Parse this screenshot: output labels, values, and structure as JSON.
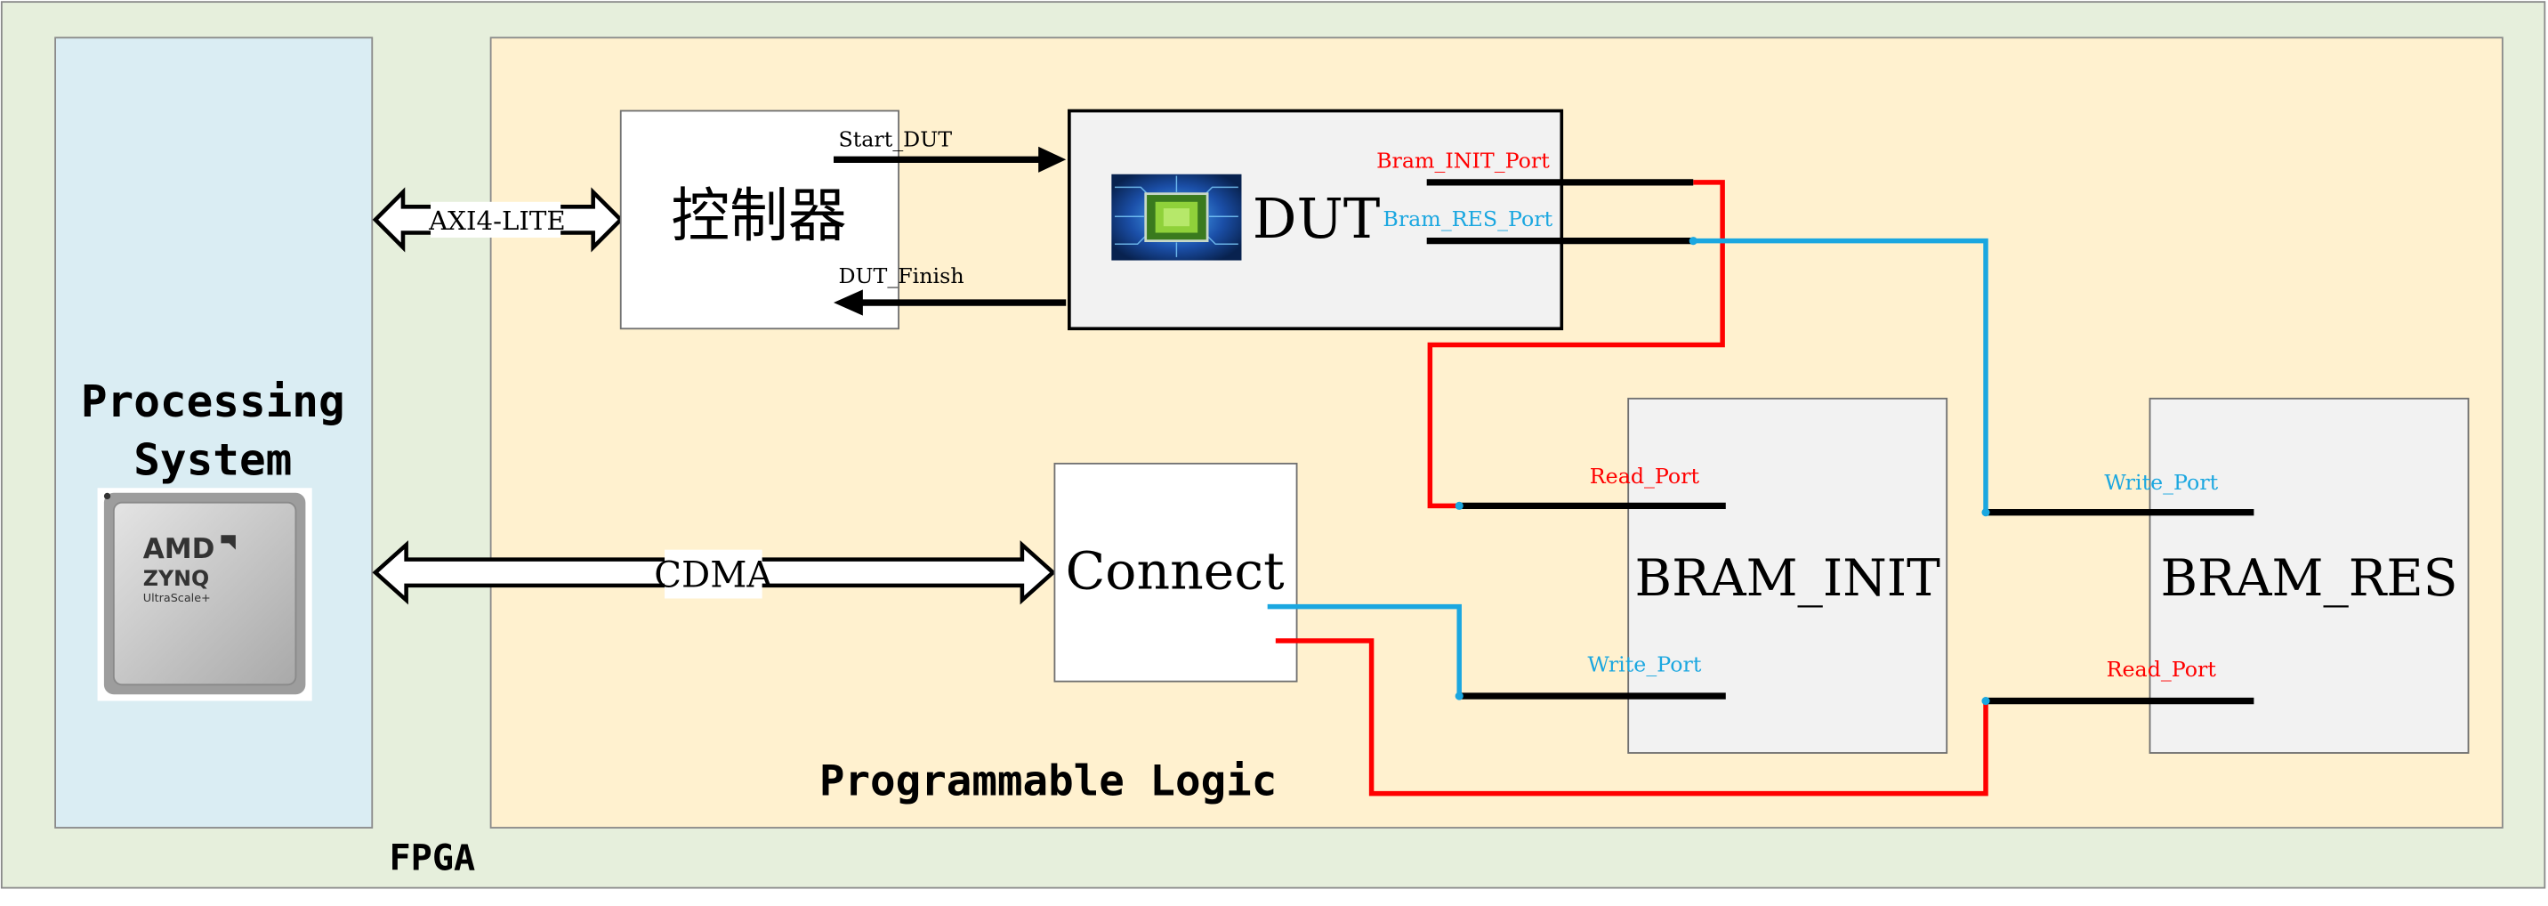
{
  "labels": {
    "fpga": "FPGA",
    "processing_system_line1": "Processing",
    "processing_system_line2": "System",
    "programmable_logic": "Programmable Logic",
    "axi4_lite": "AXI4-LITE",
    "cdma": "CDMA",
    "controller": "控制器",
    "start_dut": "Start_DUT",
    "dut_finish": "DUT_Finish",
    "dut": "DUT",
    "bram_init_port": "Bram_INIT_Port",
    "bram_res_port": "Bram_RES_Port",
    "connect": "Connect",
    "bram_init": "BRAM_INIT",
    "bram_res": "BRAM_RES",
    "init_read_port": "Read_Port",
    "init_write_port": "Write_Port",
    "res_write_port": "Write_Port",
    "res_read_port": "Read_Port"
  },
  "zynq_chip": {
    "brand": "AMD",
    "product": "ZYNQ",
    "family": "UltraScale+"
  },
  "colors": {
    "fpga_bg": "#e6efdc",
    "ps_bg": "#daedf3",
    "pl_bg": "#fff1cf",
    "block_bg": "#f2f2f2",
    "red_wire": "#ff0000",
    "blue_wire": "#1ba7e0"
  },
  "icons": [
    "amd-zynq-chip-icon",
    "circuit-chip-icon"
  ]
}
